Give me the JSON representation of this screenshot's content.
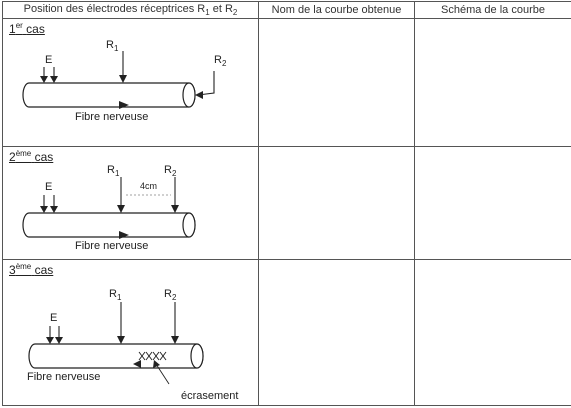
{
  "header": {
    "col1_prefix": "Position des électrodes réceptrices R",
    "col1_sub1": "1",
    "col1_mid": " et R",
    "col1_sub2": "2",
    "col2": "Nom de la courbe obtenue",
    "col3": "Schéma de la courbe"
  },
  "cases": [
    {
      "num": "1",
      "sup": "er",
      "word": "cas",
      "labels": {
        "e": "E",
        "r": "R",
        "r1": "1",
        "r2": "2",
        "fibre": "Fibre nerveuse"
      }
    },
    {
      "num": "2",
      "sup": "ème",
      "word": "cas",
      "labels": {
        "e": "E",
        "r": "R",
        "r1": "1",
        "r2": "2",
        "fibre": "Fibre nerveuse",
        "distance": "4cm"
      }
    },
    {
      "num": "3",
      "sup": "ème",
      "word": "cas",
      "labels": {
        "e": "E",
        "r": "R",
        "r1": "1",
        "r2": "2",
        "fibre": "Fibre nerveuse",
        "crush": "écrasement"
      }
    }
  ],
  "answers": [
    {
      "name": "",
      "schema": ""
    },
    {
      "name": "",
      "schema": ""
    },
    {
      "name": "",
      "schema": ""
    }
  ]
}
